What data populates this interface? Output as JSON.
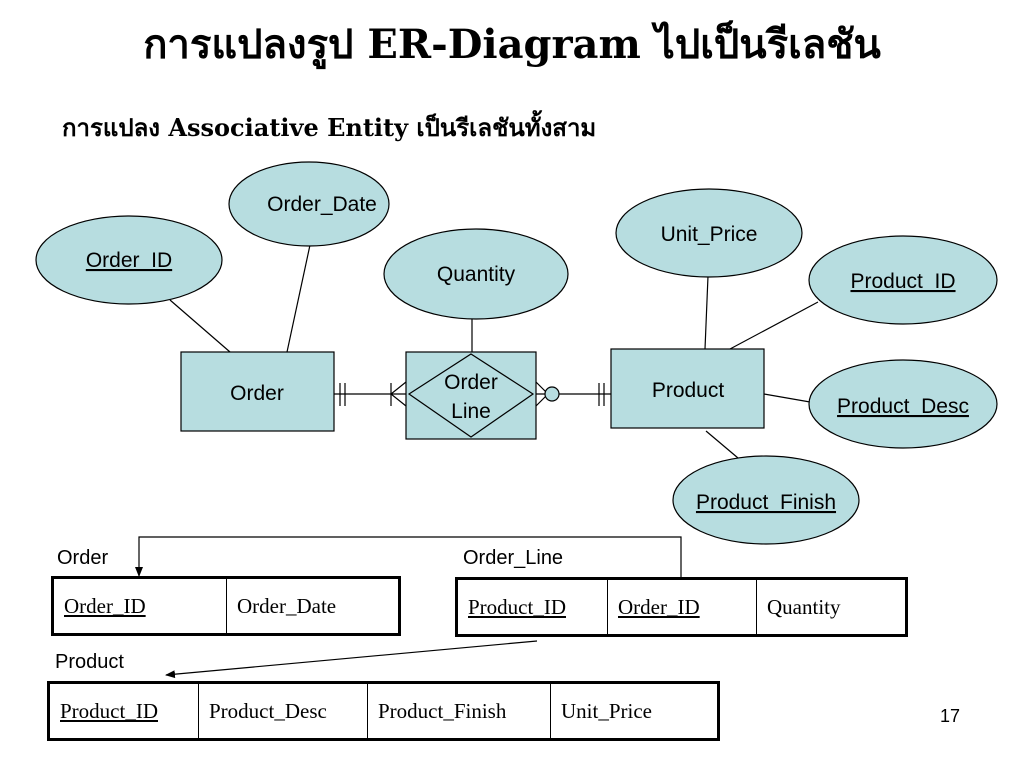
{
  "slide": {
    "title": "การแปลงรูป ER-Diagram ไปเป็นรีเลชัน",
    "subtitle": "การแปลง Associative Entity เป็นรีเลชันทั้งสาม",
    "page_number": "17"
  },
  "diagram": {
    "entities": {
      "order": "Order",
      "product": "Product"
    },
    "associative_entity": {
      "line1": "Order",
      "line2": "Line"
    },
    "attributes": {
      "order_id": "Order_ID",
      "order_date": "Order_Date",
      "quantity": "Quantity",
      "unit_price": "Unit_Price",
      "product_id": "Product_ID",
      "product_desc": "Product_Desc",
      "product_finish": "Product_Finish"
    }
  },
  "relations": {
    "order": {
      "name": "Order",
      "columns": [
        {
          "text": "Order_ID",
          "key": true
        },
        {
          "text": "Order_Date",
          "key": false
        }
      ]
    },
    "order_line": {
      "name": "Order_Line",
      "columns": [
        {
          "text": "Product_ID",
          "key": true
        },
        {
          "text": "Order_ID",
          "key": true
        },
        {
          "text": "Quantity",
          "key": false
        }
      ]
    },
    "product": {
      "name": "Product",
      "columns": [
        {
          "text": "Product_ID",
          "key": true
        },
        {
          "text": "Product_Desc",
          "key": false
        },
        {
          "text": "Product_Finish",
          "key": false
        },
        {
          "text": "Unit_Price",
          "key": false
        }
      ]
    }
  },
  "colors": {
    "entity_fill": "#b7dde0",
    "stroke": "#000000",
    "background": "#ffffff"
  }
}
